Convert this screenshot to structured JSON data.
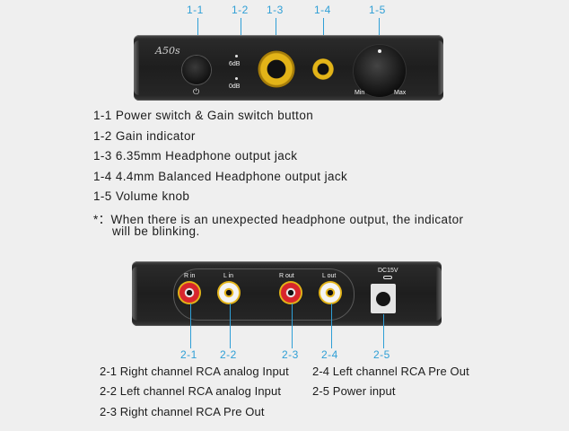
{
  "top_callouts": [
    "1-1",
    "1-2",
    "1-3",
    "1-4",
    "1-5"
  ],
  "front_panel": {
    "model": "A50s",
    "gain_high": "6dB",
    "gain_low": "0dB",
    "knob_min": "Min",
    "knob_max": "Max"
  },
  "top_legend": [
    "1-1  Power switch & Gain switch button",
    "1-2  Gain indicator",
    "1-3  6.35mm Headphone output jack",
    "1-4  4.4mm Balanced Headphone output jack",
    "1-5  Volume knob"
  ],
  "note": {
    "line1": "*：When there is an unexpected headphone output, the indicator",
    "line2": "will be blinking."
  },
  "rear_panel": {
    "r_in": "R in",
    "l_in": "L in",
    "r_out": "R out",
    "l_out": "L out",
    "dc": "DC15V"
  },
  "bottom_callouts": [
    "2-1",
    "2-2",
    "2-3",
    "2-4",
    "2-5"
  ],
  "bottom_legend_left": [
    "2-1 Right channel RCA analog Input",
    "2-2 Left channel RCA analog Input",
    "2-3 Right channel RCA Pre Out"
  ],
  "bottom_legend_right": [
    "2-4 Left channel RCA Pre Out",
    "2-5 Power input"
  ],
  "colors": {
    "callout": "#2f9fd6",
    "gold": "#e3b418",
    "rca_red": "#d8262c",
    "rca_white": "#f4f4f4"
  }
}
